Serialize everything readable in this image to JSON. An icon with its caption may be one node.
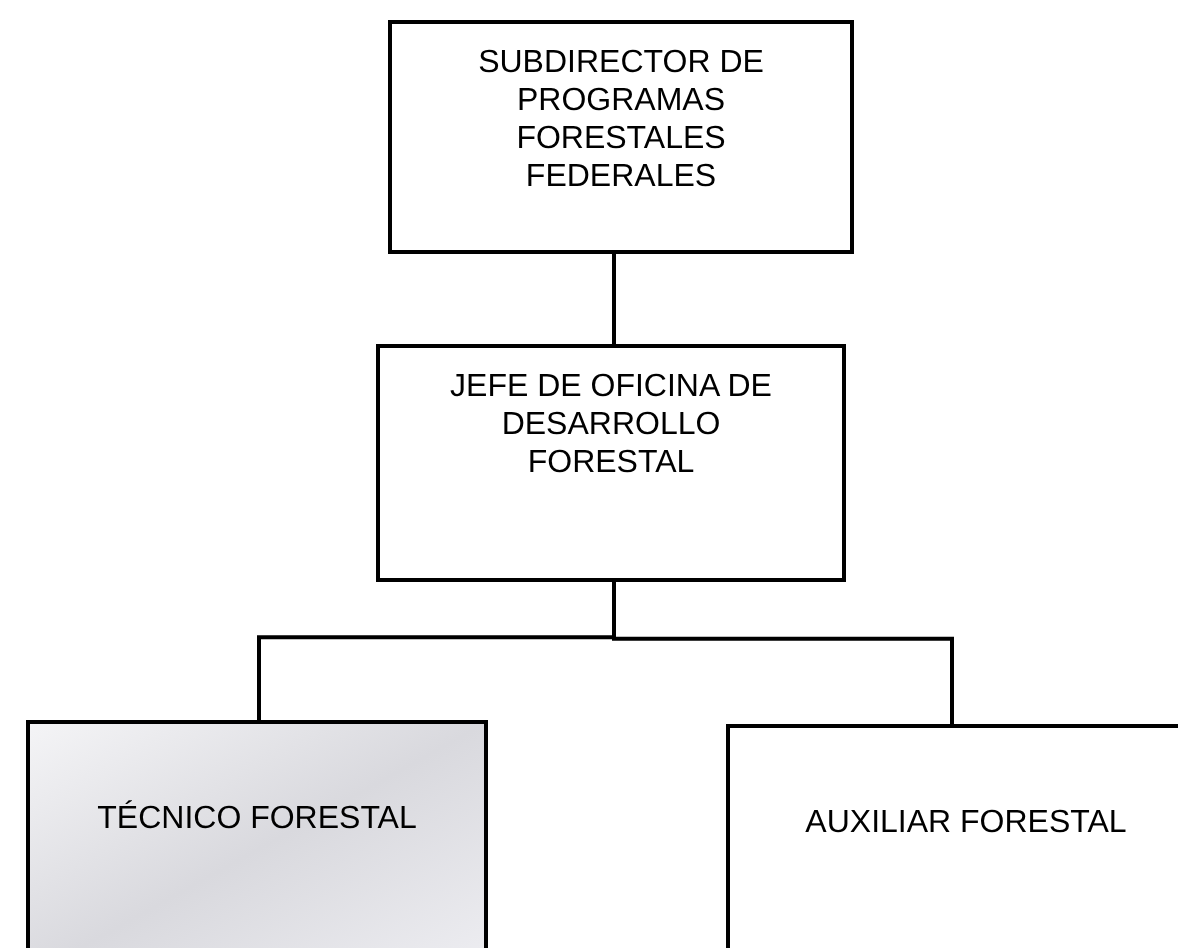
{
  "diagram": {
    "nodes": [
      {
        "text": [
          "SUBDIRECTOR DE PROGRAMAS FORESTALES FEDERALES"
        ]
      },
      {
        "text": [
          "JEFE DE OFICINA DE  DESARROLLO FORESTAL"
        ]
      },
      {
        "text": [
          "TÉCNICO FORESTAL"
        ]
      },
      {
        "text": [
          "AUXILIAR FORESTAL"
        ]
      }
    ],
    "edges": [
      {
        "from": 0,
        "to": 1,
        "arrow": "none"
      },
      {
        "from": 1,
        "to": 2,
        "arrow": "none"
      },
      {
        "from": 1,
        "to": 3,
        "arrow": "none"
      }
    ]
  }
}
